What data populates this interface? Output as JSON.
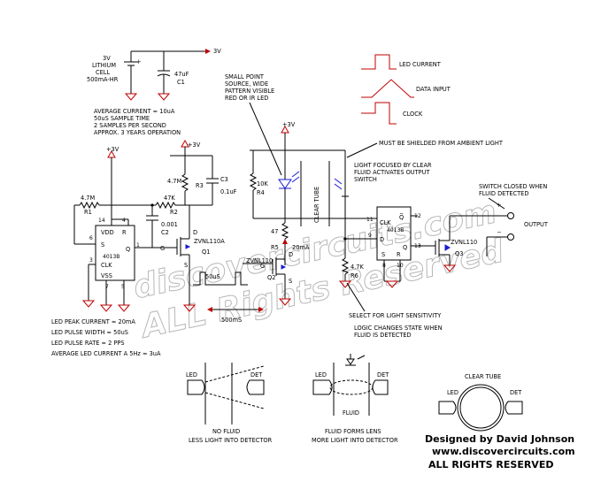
{
  "battery": {
    "label_lines": [
      "3V",
      "LITHIUM",
      "CELL",
      "500mA-HR"
    ],
    "supply": "3V"
  },
  "c1": {
    "value": "47uF",
    "ref": "C1"
  },
  "notes_top": [
    "AVERAGE CURRENT ≈ 10uA",
    "50uS SAMPLE TIME",
    "2 SAMPLES PER SECOND",
    "APPROX. 3 YEARS OPERATION"
  ],
  "led_note": [
    "SMALL POINT",
    "SOURCE, WIDE",
    "PATTERN VISIBLE",
    "RED OR IR LED"
  ],
  "legend": {
    "led_current": "LED CURRENT",
    "data_input": "DATA INPUT",
    "clock": "CLOCK"
  },
  "shield_note": "MUST BE SHIELDED FROM AMBIENT LIGHT",
  "focus_note": [
    "LIGHT FOCUSED BY CLEAR",
    "FLUID ACTIVATES OUTPUT",
    "SWITCH"
  ],
  "switch_note": [
    "SWITCH CLOSED WHEN",
    "FLUID DETECTED"
  ],
  "output": {
    "label": "OUTPUT",
    "plus": "+",
    "minus": "−"
  },
  "supply_labels": [
    "+3V",
    "+3V",
    "+3V"
  ],
  "components": {
    "r1": {
      "value": "4.7M",
      "ref": "R1"
    },
    "r2": {
      "value": "47K",
      "ref": "R2"
    },
    "r3": {
      "value": "4.7M",
      "ref": "R3"
    },
    "c2": {
      "value": "0.001",
      "ref": "C2"
    },
    "c3": {
      "value": "0.1uF",
      "ref": "C3"
    },
    "r4": {
      "value": "10K",
      "ref": "R4"
    },
    "r5": {
      "value": "47",
      "ref": "R5"
    },
    "r6": {
      "value": "4.7K",
      "ref": "R6"
    },
    "q1": {
      "part": "ZVNL110A",
      "ref": "Q1"
    },
    "q2": {
      "part": "ZVNL110",
      "ref": "Q2"
    },
    "q3": {
      "part": "ZVNL110",
      "ref": "Q3"
    },
    "led_current": "20mA",
    "clear_tube": "CLEAR TUBE"
  },
  "ic1": {
    "part": "4013B",
    "pins": {
      "vdd": "VDD",
      "r": "R",
      "s": "S",
      "q": "Q",
      "clk": "CLK",
      "vss": "VSS"
    },
    "pin_numbers": {
      "p14": "14",
      "p4": "4",
      "p6": "6",
      "p1": "1",
      "p3": "3",
      "p7": "7",
      "p5": "5"
    }
  },
  "ic2": {
    "part": "4013B",
    "pins": {
      "clk": "CLK",
      "qbar": "Q̅",
      "d": "D",
      "q": "Q",
      "s": "S",
      "r": "R"
    },
    "pin_numbers": {
      "p11": "11",
      "p12": "12",
      "p9": "9",
      "p13": "13",
      "p8": "8",
      "p10": "10"
    }
  },
  "q1_pins": {
    "g": "G",
    "d": "D",
    "s": "S"
  },
  "q2_pins": {
    "g": "G",
    "d": "D",
    "s": "S"
  },
  "timing": {
    "width": "50uS",
    "period": "500mS"
  },
  "sensitivity_note": "SELECT FOR LIGHT SENSITIVITY",
  "logic_note": [
    "LOGIC CHANGES STATE WHEN",
    "FLUID IS DETECTED"
  ],
  "specs": [
    "LED PEAK CURRENT ≈ 20mA",
    "LED PULSE WIDTH ≈ 50uS",
    "LED PULSE RATE ≈ 2 PPS",
    "AVERAGE LED CURRENT A 5Hz ≈ 3uA"
  ],
  "diagrams": {
    "no_fluid": {
      "led": "LED",
      "det": "DET",
      "caption": [
        "NO FLUID",
        "LESS LIGHT INTO DETECTOR"
      ]
    },
    "fluid": {
      "led": "LED",
      "det": "DET",
      "inner": "FLUID",
      "caption": [
        "FLUID FORMS LENS",
        "MORE LIGHT INTO DETECTOR"
      ]
    },
    "tube": {
      "title": "CLEAR TUBE",
      "led": "LED",
      "det": "DET"
    }
  },
  "credits": [
    "Designed by David Johnson",
    "www.discovercircuits.com",
    "ALL RIGHTS RESERVED"
  ],
  "watermark": [
    "discovercircuits.com",
    "ALL Rights Reserved"
  ]
}
